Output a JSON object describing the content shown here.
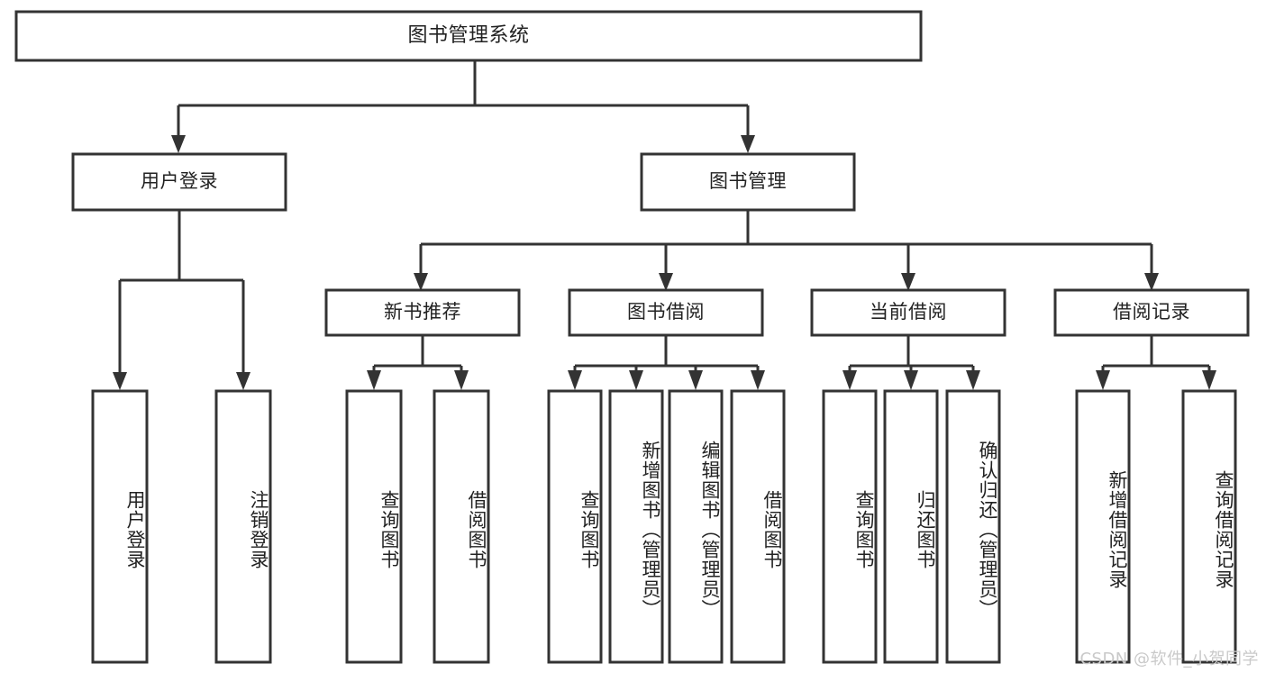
{
  "diagram": {
    "type": "tree-hierarchy",
    "title": "图书管理系统",
    "watermark": "CSDN @软件_小贺同学",
    "colors": {
      "box_stroke": "#333333",
      "box_fill": "#ffffff",
      "connector": "#333333",
      "text": "#222222",
      "watermark": "#c9c9c9",
      "background": "#ffffff"
    },
    "root": {
      "label": "图书管理系统",
      "orientation": "horizontal"
    },
    "level2": [
      {
        "label": "用户登录",
        "orientation": "horizontal"
      },
      {
        "label": "图书管理",
        "orientation": "horizontal"
      }
    ],
    "level3": [
      {
        "label": "新书推荐",
        "orientation": "horizontal"
      },
      {
        "label": "图书借阅",
        "orientation": "horizontal"
      },
      {
        "label": "当前借阅",
        "orientation": "horizontal"
      },
      {
        "label": "借阅记录",
        "orientation": "horizontal"
      }
    ],
    "leaves": {
      "user_login": [
        {
          "label": "用户登录",
          "orientation": "vertical"
        },
        {
          "label": "注销登录",
          "orientation": "vertical"
        }
      ],
      "new_book_recommend": [
        {
          "label": "查询图书",
          "orientation": "vertical"
        },
        {
          "label": "借阅图书",
          "orientation": "vertical"
        }
      ],
      "book_borrow": [
        {
          "label": "查询图书",
          "orientation": "vertical"
        },
        {
          "label": "新增图书（管理员）",
          "orientation": "vertical"
        },
        {
          "label": "编辑图书（管理员）",
          "orientation": "vertical"
        },
        {
          "label": "借阅图书",
          "orientation": "vertical"
        }
      ],
      "current_borrow": [
        {
          "label": "查询图书",
          "orientation": "vertical"
        },
        {
          "label": "归还图书",
          "orientation": "vertical"
        },
        {
          "label": "确认归还（管理员）",
          "orientation": "vertical"
        }
      ],
      "borrow_record": [
        {
          "label": "新增借阅记录",
          "orientation": "vertical"
        },
        {
          "label": "查询借阅记录",
          "orientation": "vertical"
        }
      ]
    }
  }
}
